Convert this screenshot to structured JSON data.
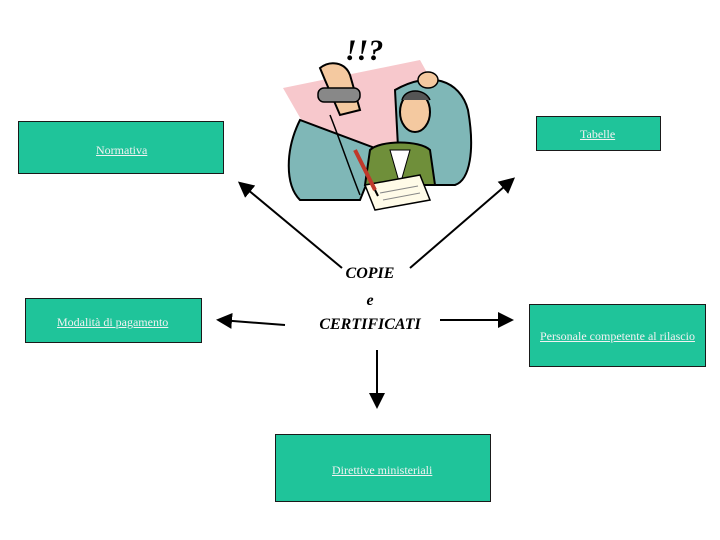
{
  "boxes": {
    "normativa": "Normativa",
    "tabelle": "Tabelle",
    "modalita": "Modalità di pagamento",
    "personale": "Personale competente al rilascio",
    "direttive": "Direttive ministeriali"
  },
  "center": {
    "line1": "COPIE",
    "line2": "e",
    "line3": "CERTIFICATI"
  },
  "colors": {
    "box_fill": "#1fc49a",
    "link_text": "#f2f2f2"
  },
  "clipart": {
    "icon": "stressed-worker-clipart"
  }
}
